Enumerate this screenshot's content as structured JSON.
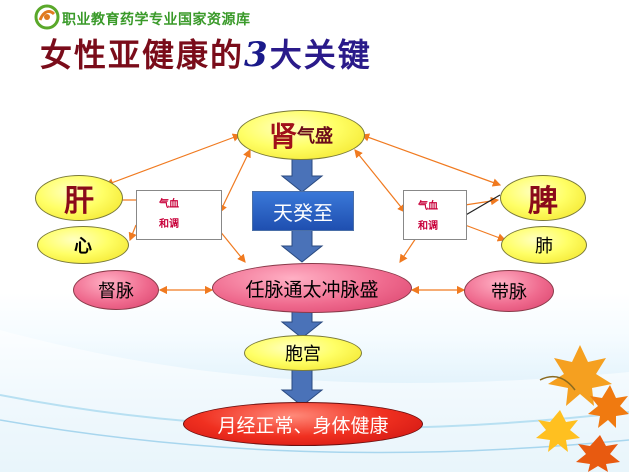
{
  "header": {
    "text": "职业教育药学专业国家资源库"
  },
  "title": {
    "main": "女性亚健康的",
    "number": "3",
    "suffix": "大关键"
  },
  "nodes": {
    "shen_big": "肾",
    "shen_rest": "气盛",
    "tiangui": "天癸至",
    "gan": "肝",
    "xin": "心",
    "pi": "脾",
    "fei": "肺",
    "dumai": "督脉",
    "renmai": "任脉通太冲脉盛",
    "daimai": "带脉",
    "baogong": "胞宫",
    "result": "月经正常、身体健康"
  },
  "side_boxes": {
    "left": {
      "line1": "气血",
      "line2": "和调"
    },
    "right": {
      "line1": "气血",
      "line2": "和调"
    }
  },
  "colors": {
    "title": "#7a0c1a",
    "arrow_orange": "#f07a20",
    "arrow_blue": "#3a5fa0",
    "yellow_node": "#ffff66",
    "pink_node": "#ef6a8e",
    "red_node": "#f03020",
    "blue_box": "#1f4fb0"
  }
}
